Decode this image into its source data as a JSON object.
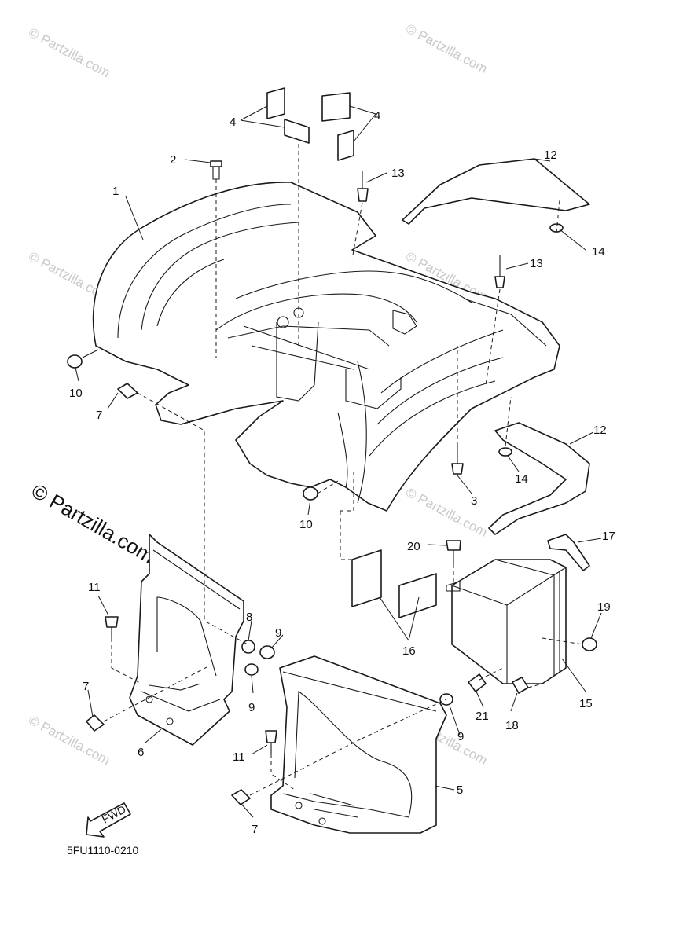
{
  "watermark": "© Partzilla.com",
  "watermark_large": "© Partzilla.com",
  "diagram_code": "5FU1110-0210",
  "fwd_label": "FWD",
  "callouts": {
    "c1": "1",
    "c2": "2",
    "c3": "3",
    "c4a": "4",
    "c4b": "4",
    "c5": "5",
    "c6": "6",
    "c7a": "7",
    "c7b": "7",
    "c7c": "7",
    "c8": "8",
    "c9a": "9",
    "c9b": "9",
    "c9c": "9",
    "c10a": "10",
    "c10b": "10",
    "c11a": "11",
    "c11b": "11",
    "c12a": "12",
    "c12b": "12",
    "c13a": "13",
    "c13b": "13",
    "c14a": "14",
    "c14b": "14",
    "c15": "15",
    "c16": "16",
    "c17": "17",
    "c18": "18",
    "c19": "19",
    "c20": "20",
    "c21": "21"
  }
}
